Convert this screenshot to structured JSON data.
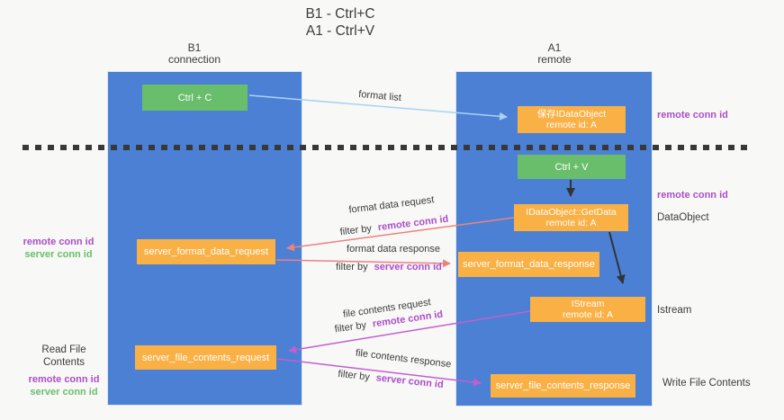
{
  "title": {
    "line1": "B1 - Ctrl+C",
    "line2": "A1 - Ctrl+V"
  },
  "lifelines": {
    "left": {
      "name": "B1",
      "role": "connection"
    },
    "right": {
      "name": "A1",
      "role": "remote"
    }
  },
  "nodes": {
    "ctrl_c": {
      "label": "Ctrl + C"
    },
    "save_dataobject": {
      "line1": "保存IDataObject",
      "line2": "remote id: A"
    },
    "ctrl_v": {
      "label": "Ctrl + V"
    },
    "getdata": {
      "line1": "IDataObject::GetData",
      "line2": "remote id: A"
    },
    "format_request": {
      "label": "server_format_data_request"
    },
    "format_response": {
      "label": "server_format_data_response"
    },
    "istream": {
      "line1": "IStream",
      "line2": "remote id: A"
    },
    "file_request": {
      "label": "server_file_contents_request"
    },
    "file_response": {
      "label": "server_file_contents_response"
    }
  },
  "left_labels": {
    "format_block": {
      "remote": "remote conn id",
      "server": "server conn id"
    },
    "file_block": {
      "title": "Read File Contents",
      "remote": "remote conn id",
      "server": "server conn id"
    }
  },
  "right_labels": {
    "remote_conn_top": "remote conn id",
    "remote_conn_mid": "remote conn id",
    "dataobject": "DataObject",
    "istream": "Istream",
    "write_file": "Write File Contents"
  },
  "arrows": {
    "format_list": {
      "label": "format list"
    },
    "format_request": {
      "label": "format data request",
      "filter_prefix": "filter by",
      "filter_key": "remote conn id"
    },
    "format_response": {
      "label": "format data response",
      "filter_prefix": "filter by",
      "filter_key": "server conn id"
    },
    "file_request": {
      "label": "file contents request",
      "filter_prefix": "filter by",
      "filter_key": "remote conn id"
    },
    "file_response": {
      "label": "file contents response",
      "filter_prefix": "filter by",
      "filter_key": "server conn id"
    }
  },
  "colors": {
    "lifeline_blue": "#4c80d4",
    "node_green": "#69be6b",
    "node_orange": "#f9b045",
    "arrow_salmon": "#ec827e",
    "arrow_magenta": "#c45ece",
    "arrow_lightblue": "#a9d2f2",
    "arrow_black": "#333333",
    "label_purple": "#ab4ec8",
    "label_green": "#69be6b"
  }
}
